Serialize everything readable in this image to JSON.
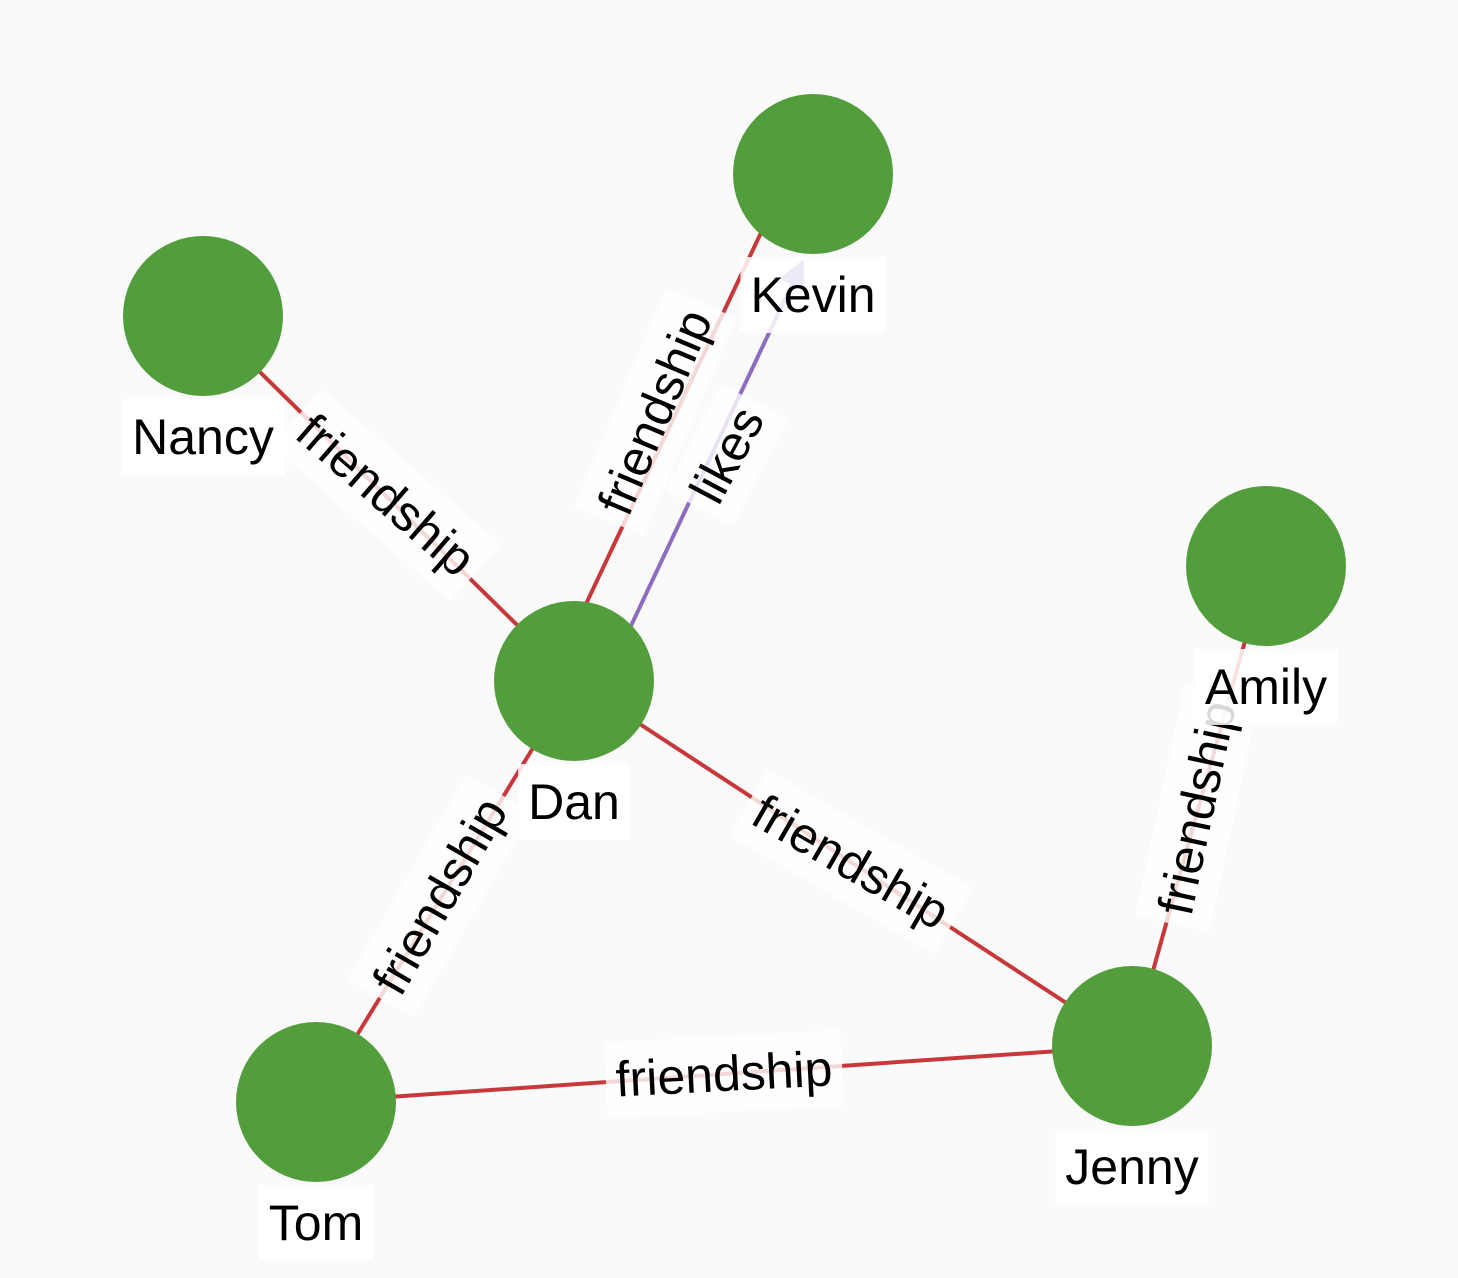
{
  "graph": {
    "colors": {
      "node": "#529d3c",
      "friendship": "#c8383a",
      "likes": "#8e6cc0"
    },
    "nodes": [
      {
        "id": "nancy",
        "label": "Nancy"
      },
      {
        "id": "kevin",
        "label": "Kevin"
      },
      {
        "id": "amily",
        "label": "Amily"
      },
      {
        "id": "dan",
        "label": "Dan"
      },
      {
        "id": "tom",
        "label": "Tom"
      },
      {
        "id": "jenny",
        "label": "Jenny"
      }
    ],
    "edges": [
      {
        "id": "nancy-dan",
        "source": "nancy",
        "target": "dan",
        "label": "friendship",
        "type": "friendship",
        "directed": false
      },
      {
        "id": "dan-kevin-friendship",
        "source": "dan",
        "target": "kevin",
        "label": "friendship",
        "type": "friendship",
        "directed": false
      },
      {
        "id": "dan-kevin-likes",
        "source": "dan",
        "target": "kevin",
        "label": "likes",
        "type": "likes",
        "directed": true
      },
      {
        "id": "dan-tom",
        "source": "dan",
        "target": "tom",
        "label": "friendship",
        "type": "friendship",
        "directed": false
      },
      {
        "id": "dan-jenny",
        "source": "dan",
        "target": "jenny",
        "label": "friendship",
        "type": "friendship",
        "directed": false
      },
      {
        "id": "tom-jenny",
        "source": "tom",
        "target": "jenny",
        "label": "friendship",
        "type": "friendship",
        "directed": false
      },
      {
        "id": "amily-jenny",
        "source": "amily",
        "target": "jenny",
        "label": "friendship",
        "type": "friendship",
        "directed": false
      }
    ]
  }
}
